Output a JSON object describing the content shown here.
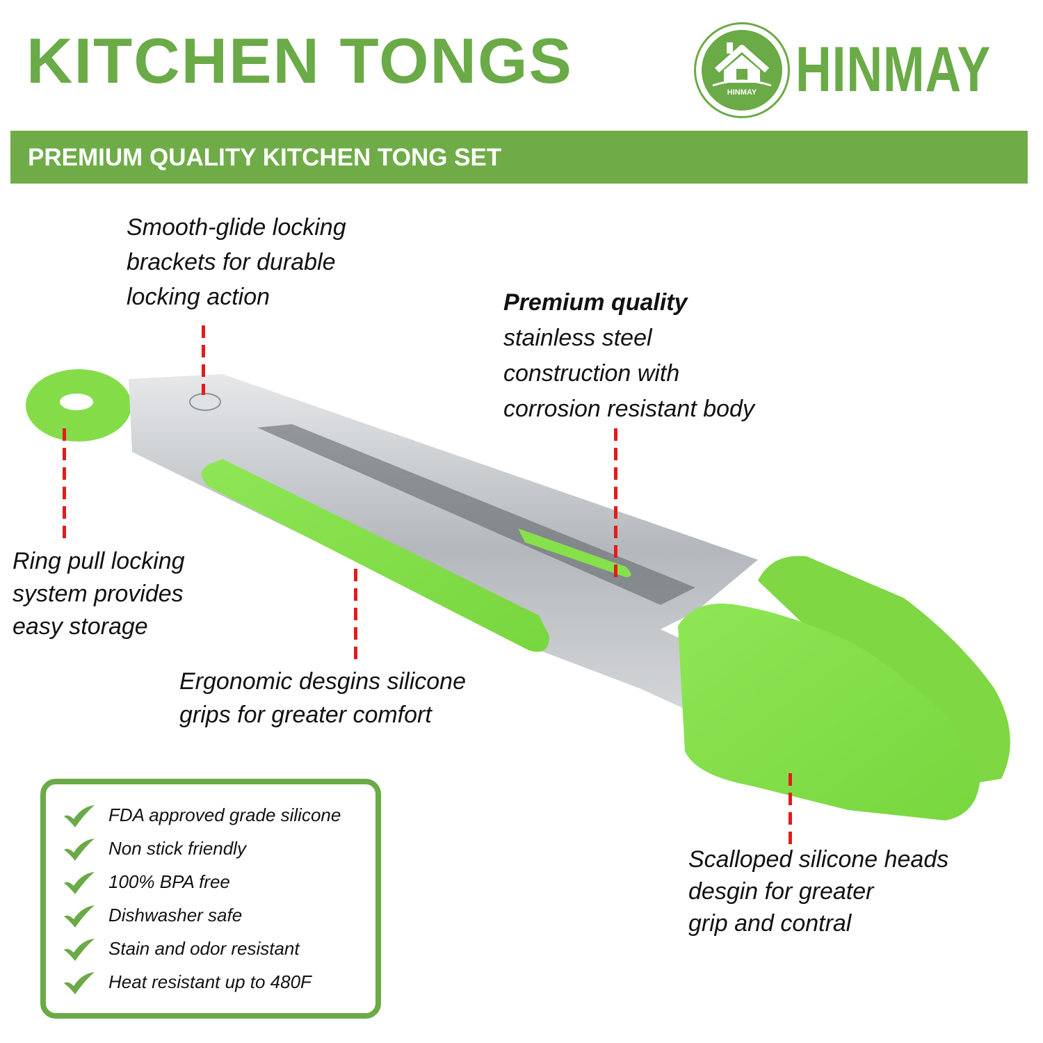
{
  "header": {
    "title": "KITCHEN TONGS",
    "brand_name": "HINMAY",
    "logo_text": "HINMAY",
    "logo_icon": "house-icon"
  },
  "banner": {
    "text": "PREMIUM QUALITY KITCHEN TONG SET"
  },
  "callouts": {
    "locking_brackets": [
      "Smooth-glide locking",
      "brackets for durable",
      "locking action"
    ],
    "stainless_steel": [
      "Premium quality",
      "stainless steel",
      "construction with",
      "corrosion resistant body"
    ],
    "ring_pull": [
      "Ring pull locking",
      "system provides",
      "easy storage"
    ],
    "grips": [
      "Ergonomic desgins silicone",
      "grips for greater comfort"
    ],
    "heads": [
      "Scalloped silicone heads",
      "desgin for greater",
      "grip and contral"
    ]
  },
  "features": {
    "icon": "checkmark-icon",
    "items": [
      "FDA  approved grade silicone",
      "Non stick friendly",
      "100% BPA free",
      "Dishwasher safe",
      "Stain and odor resistant",
      "Heat resistant up to 480F"
    ]
  },
  "colors": {
    "brand_green": "#6aaa47",
    "silicone_green": "#86e04a",
    "steel": "#b8bcc0",
    "callout_dash": "#e31b1b"
  }
}
